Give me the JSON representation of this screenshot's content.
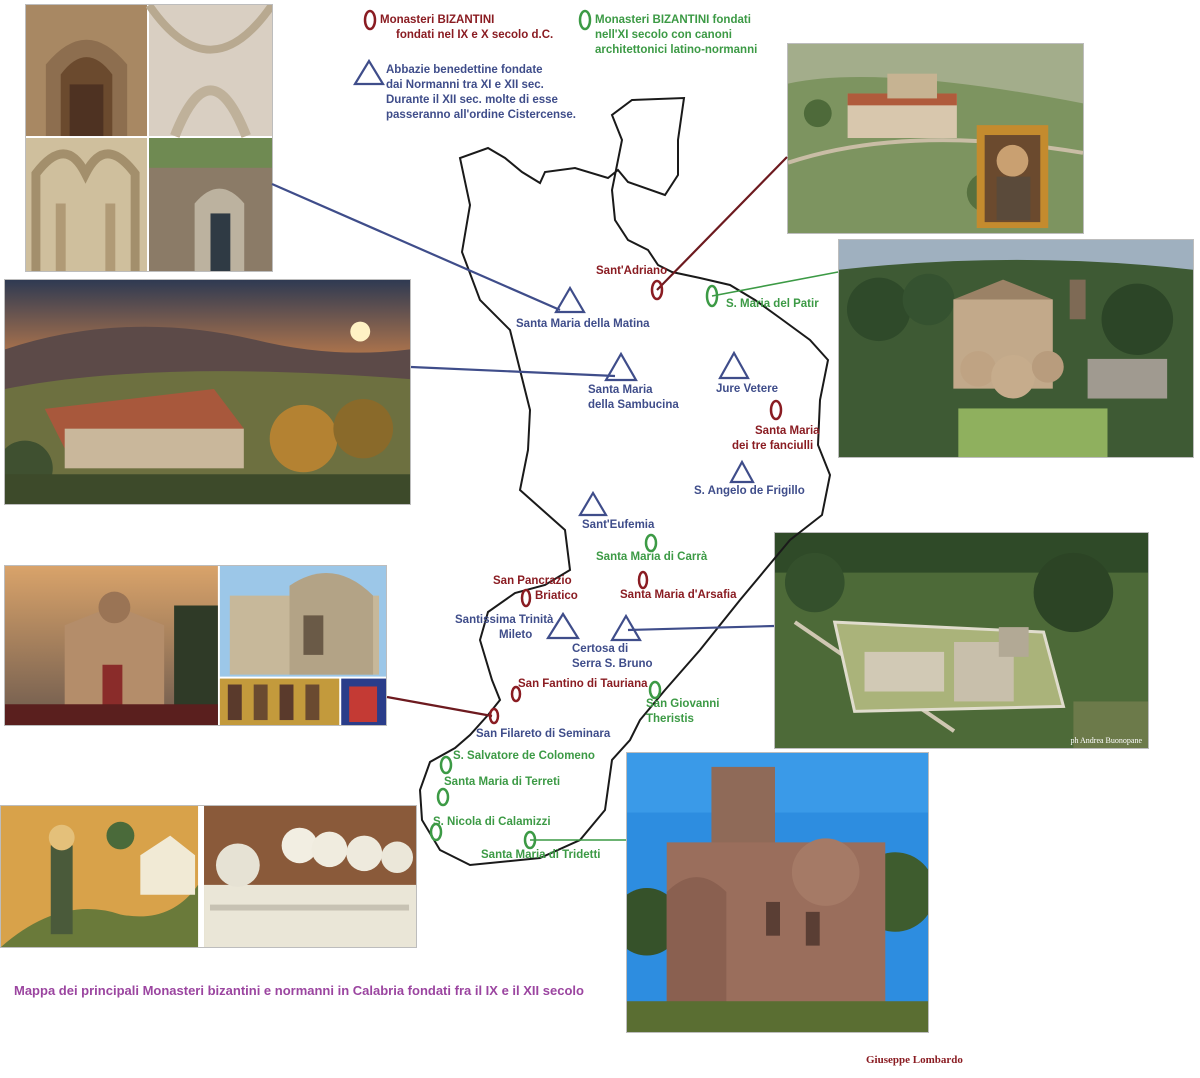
{
  "legend": {
    "byzantine_9_10": [
      "Monasteri BIZANTINI",
      "fondati nel IX e X secolo d.C."
    ],
    "byzantine_11": [
      "Monasteri BIZANTINI fondati",
      "nell'XI secolo con canoni",
      "architettonici latino-normanni"
    ],
    "benedictine": [
      "Abbazie benedettine fondate",
      "dai Normanni tra XI e XII sec.",
      "Durante il XII sec. molte di esse",
      "passeranno all'ordine Cistercense."
    ]
  },
  "sites": {
    "sant_adriano": "Sant'Adriano",
    "patir": "S. Maria del Patir",
    "matina": "Santa Maria della Matina",
    "sambucina": [
      "Santa Maria",
      "della Sambucina"
    ],
    "jure_vetere": "Jure Vetere",
    "tre_fanciulli": [
      "Santa Maria",
      "dei tre fanciulli"
    ],
    "frigillo": "S. Angelo de Frigillo",
    "eufemia": "Sant'Eufemia",
    "carra": "Santa Maria di Carrà",
    "pancrazio": [
      "San Pancrazio",
      "Briatico"
    ],
    "arsafia": "Santa Maria d'Arsafia",
    "trinita": [
      "Santissima Trinità",
      "Mileto"
    ],
    "certosa": [
      "Certosa di",
      "Serra S. Bruno"
    ],
    "fantino": "San Fantino di Tauriana",
    "theristis": [
      "San Giovanni",
      "Theristis"
    ],
    "filareto": "San Filareto di Seminara",
    "colomeno": "S. Salvatore de Colomeno",
    "terreti": "Santa Maria di Terreti",
    "calamizzi": "S. Nicola di Calamizzi",
    "tridetti": "Santa Maria di Tridetti"
  },
  "photo_credit": "ph Andrea Buonopane",
  "title": "Mappa dei principali Monasteri bizantini e normanni in Calabria fondati fra il IX e il XII secolo",
  "author": "Giuseppe Lombardo",
  "colors": {
    "byzantine_9_10": "#8a1c22",
    "byzantine_11": "#3c9a45",
    "benedictine": "#3f4d8a",
    "title": "#9b45a0"
  },
  "icons": [
    "red-oval-marker-icon",
    "green-oval-marker-icon",
    "blue-triangle-marker-icon"
  ]
}
